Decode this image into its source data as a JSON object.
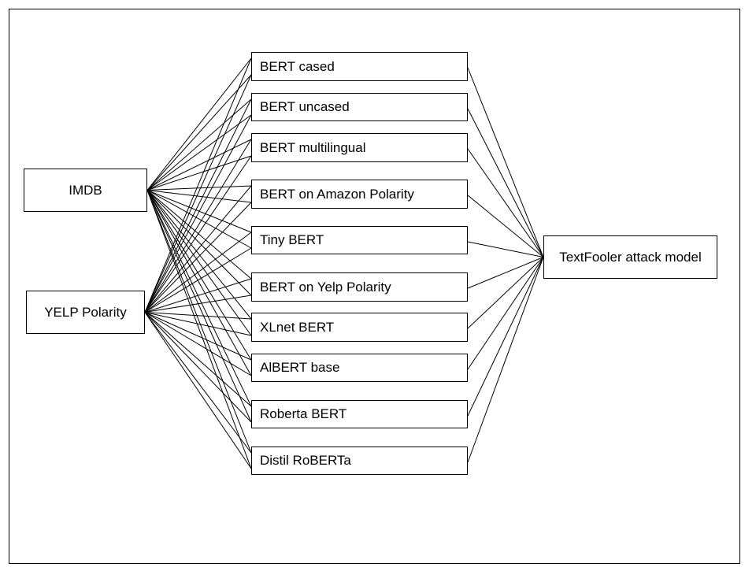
{
  "diagram": {
    "datasets": [
      {
        "id": "imdb",
        "label": "IMDB"
      },
      {
        "id": "yelp",
        "label": "YELP Polarity"
      }
    ],
    "models": [
      {
        "id": "bert-cased",
        "label": "BERT cased"
      },
      {
        "id": "bert-uncased",
        "label": "BERT uncased"
      },
      {
        "id": "bert-multilingual",
        "label": "BERT multilingual"
      },
      {
        "id": "bert-amazon",
        "label": "BERT on Amazon Polarity"
      },
      {
        "id": "tiny-bert",
        "label": "Tiny BERT"
      },
      {
        "id": "bert-yelp",
        "label": "BERT on Yelp Polarity"
      },
      {
        "id": "xlnet-bert",
        "label": "XLnet BERT"
      },
      {
        "id": "albert-base",
        "label": "AlBERT base"
      },
      {
        "id": "roberta-bert",
        "label": "Roberta BERT"
      },
      {
        "id": "distil-roberta",
        "label": "Distil RoBERTa"
      }
    ],
    "attack": {
      "id": "textfooler",
      "label": "TextFooler attack model"
    },
    "connections": "every dataset connects to every model; every model connects to the attack model"
  }
}
